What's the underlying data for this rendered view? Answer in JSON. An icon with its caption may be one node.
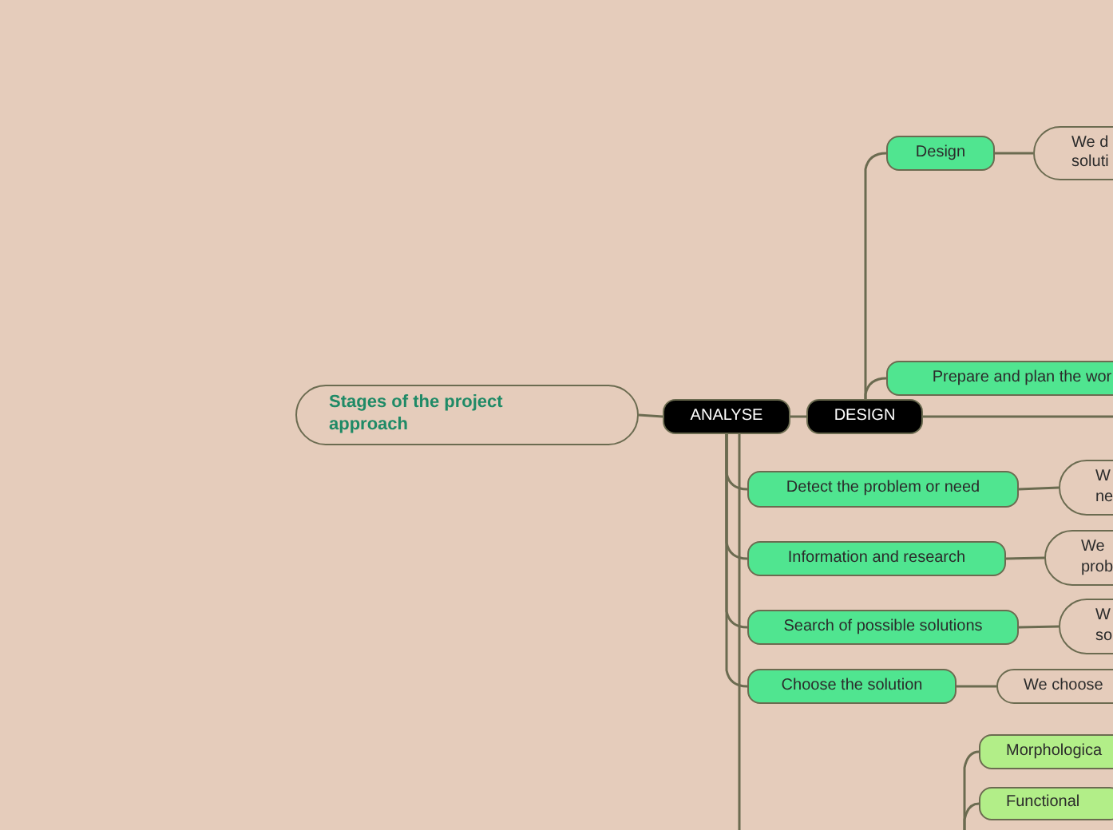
{
  "diagram": {
    "nodes": [
      {
        "text": [
          "Stages of the project approach"
        ]
      },
      {
        "text": [
          "ANALYSE"
        ]
      },
      {
        "text": [
          "DESIGN"
        ]
      },
      {
        "text": [
          "Design"
        ]
      },
      {
        "text": [
          "We d soluti"
        ]
      },
      {
        "text": [
          "Prepare and plan the wor"
        ]
      },
      {
        "text": [
          "Detect the problem or need"
        ]
      },
      {
        "text": [
          "W ne"
        ]
      },
      {
        "text": [
          "Information and research"
        ]
      },
      {
        "text": [
          "We prob"
        ]
      },
      {
        "text": [
          "Search of possible solutions"
        ]
      },
      {
        "text": [
          "W so"
        ]
      },
      {
        "text": [
          "Choose the solution"
        ]
      },
      {
        "text": [
          "We choose"
        ]
      },
      {
        "text": [
          "Morphologica"
        ]
      },
      {
        "text": [
          "Functional"
        ]
      }
    ],
    "edges": [
      {
        "from": 0,
        "to": 1,
        "arrow": "none"
      },
      {
        "from": 1,
        "to": 2,
        "arrow": "none"
      },
      {
        "from": 2,
        "to": 3,
        "arrow": "none"
      },
      {
        "from": 2,
        "to": 5,
        "arrow": "none"
      },
      {
        "from": 3,
        "to": 4,
        "arrow": "none"
      },
      {
        "from": 1,
        "to": 6,
        "arrow": "none"
      },
      {
        "from": 6,
        "to": 7,
        "arrow": "none"
      },
      {
        "from": 1,
        "to": 8,
        "arrow": "none"
      },
      {
        "from": 8,
        "to": 9,
        "arrow": "none"
      },
      {
        "from": 1,
        "to": 10,
        "arrow": "none"
      },
      {
        "from": 10,
        "to": 11,
        "arrow": "none"
      },
      {
        "from": 1,
        "to": 12,
        "arrow": "none"
      },
      {
        "from": 12,
        "to": 13,
        "arrow": "none"
      },
      {
        "from": 2,
        "to": null,
        "arrow": "none"
      },
      {
        "from": 1,
        "to": null,
        "arrow": "none"
      },
      {
        "from": null,
        "to": 14,
        "arrow": "none"
      },
      {
        "from": null,
        "to": 15,
        "arrow": "none"
      }
    ]
  }
}
